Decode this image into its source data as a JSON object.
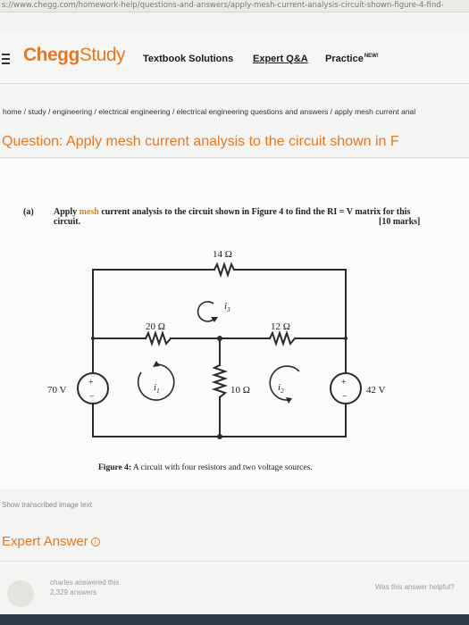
{
  "browser": {
    "url": "s://www.chegg.com/homework-help/questions-and-answers/apply-mesh-current-analysis-circuit-shown-figure-4-find-"
  },
  "header": {
    "logo_brand": "Chegg",
    "logo_product": "Study",
    "nav": {
      "textbook": "Textbook Solutions",
      "expert": "Expert Q&A",
      "practice": "Practice",
      "practice_badge": "NEW!"
    }
  },
  "breadcrumb": "home / study / engineering / electrical engineering / electrical engineering questions and answers / apply mesh current anal",
  "question": {
    "title": "Question: Apply mesh current analysis to the circuit shown in F",
    "part_label": "(a)",
    "text_pre": "Apply ",
    "text_highlight": "mesh",
    "text_post": " current analysis to the circuit shown in Figure 4 to find the RI = V matrix for this circuit.",
    "marks": "[10 marks]"
  },
  "circuit": {
    "r_top": "14 Ω",
    "r_left": "20 Ω",
    "r_right": "12 Ω",
    "r_middle": "10 Ω",
    "v_left": "70 V",
    "v_right": "42 V",
    "plus_sign": "+",
    "minus_sign": "−",
    "i1": "i",
    "i1_sub": "1",
    "i2": "i",
    "i2_sub": "2",
    "i3": "i",
    "i3_sub": "3",
    "caption_label": "Figure 4:",
    "caption_text": " A circuit with four resistors and two voltage sources."
  },
  "transcribed_link": "Show transcribed image text",
  "expert_answer": {
    "heading": "Expert Answer",
    "info_glyph": "i",
    "answerer_line": "charles answered this",
    "answers_count": "2,329 answers",
    "helpful_prompt": "Was this answer helpful?"
  },
  "colors": {
    "accent": "#e87722",
    "wire": "#2a2a2a",
    "bottom_bar": "#2d3a4a"
  }
}
